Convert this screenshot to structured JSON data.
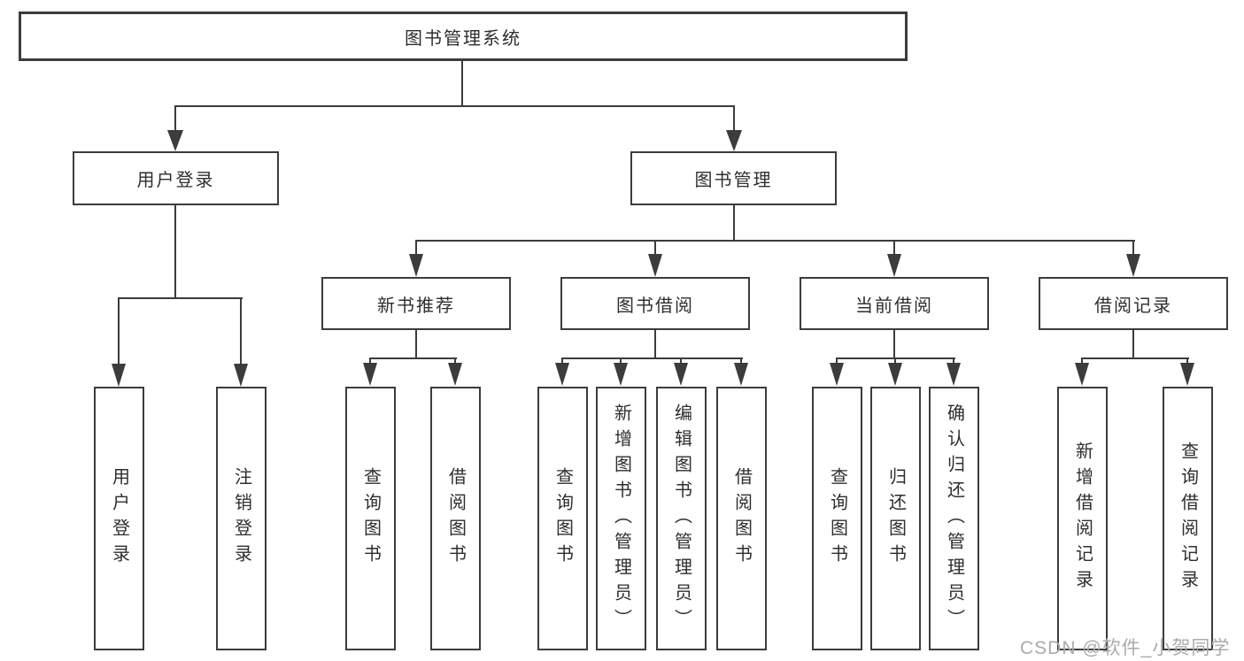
{
  "tree": {
    "label": "图书管理系统",
    "children": [
      {
        "label": "用户登录",
        "children": [
          {
            "label": "用户登录"
          },
          {
            "label": "注销登录"
          }
        ]
      },
      {
        "label": "图书管理",
        "children": [
          {
            "label": "新书推荐",
            "children": [
              {
                "label": "查询图书"
              },
              {
                "label": "借阅图书"
              }
            ]
          },
          {
            "label": "图书借阅",
            "children": [
              {
                "label": "查询图书"
              },
              {
                "label": "新增图书（管理员）"
              },
              {
                "label": "编辑图书（管理员）"
              },
              {
                "label": "借阅图书"
              }
            ]
          },
          {
            "label": "当前借阅",
            "children": [
              {
                "label": "查询图书"
              },
              {
                "label": "归还图书"
              },
              {
                "label": "确认归还（管理员）"
              }
            ]
          },
          {
            "label": "借阅记录",
            "children": [
              {
                "label": "新增借阅记录"
              },
              {
                "label": "查询借阅记录"
              }
            ]
          }
        ]
      }
    ]
  },
  "watermark": {
    "text": "CSDN @软件_小贺同学"
  },
  "colors": {
    "line": "#3c3c3c",
    "text": "#2e2e2e",
    "watermark": "#ababab",
    "background": "#ffffff"
  }
}
